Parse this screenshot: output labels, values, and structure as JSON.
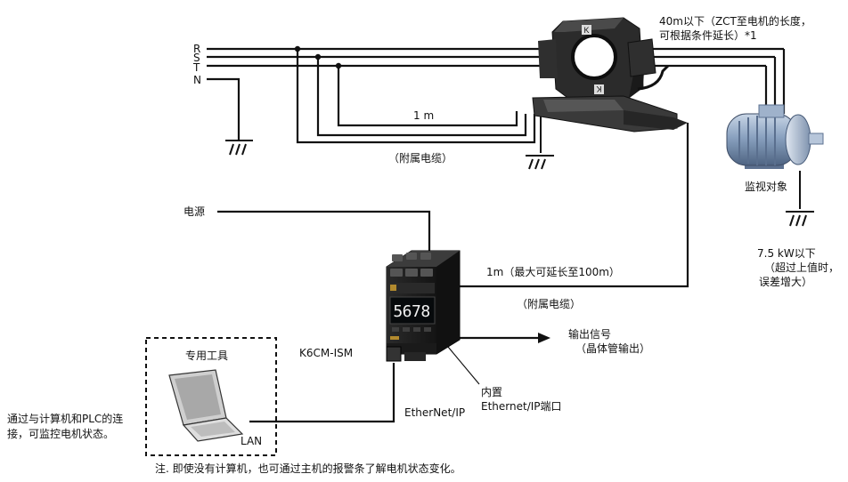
{
  "lines": {
    "r": "R",
    "s": "S",
    "t": "T",
    "n": "N"
  },
  "labels": {
    "zct_length_line1": "40m以下（ZCT至电机的长度，",
    "zct_length_line2": "可根据条件延长）*1",
    "one_m": "1 m",
    "attached_cable_top": "（附属电缆）",
    "motor": "监视对象",
    "power": "电源",
    "motor_power_line1": "7.5 kW以下",
    "motor_power_line2": "（超过上值时，",
    "motor_power_line3": "误差增大）",
    "cable_extend": "1m（最大可延长至100m）",
    "attached_cable_mid": "（附属电缆）",
    "output_line1": "输出信号",
    "output_line2": "（晶体管输出）",
    "device_model": "K6CM-ISM",
    "tool": "专用工具",
    "lan": "LAN",
    "ethernet": "EtherNet/IP",
    "builtin_line1": "内置",
    "builtin_line2": "Ethernet/IP端口",
    "pc_plc_line1": "通过与计算机和PLC的连",
    "pc_plc_line2": "接，可监控电机状态。",
    "note": "注. 即使没有计算机，也可通过主机的报警条了解电机状态变化。"
  },
  "device_display": "5678",
  "ct_marks": {
    "top": "K",
    "bottom": "K"
  },
  "colors": {
    "line": "#111111",
    "device_body": "#1c1c1c",
    "lcd_bg": "#070a0c",
    "lcd_digits": "#f2f2f2",
    "motor_blue": "#7f98b8"
  }
}
